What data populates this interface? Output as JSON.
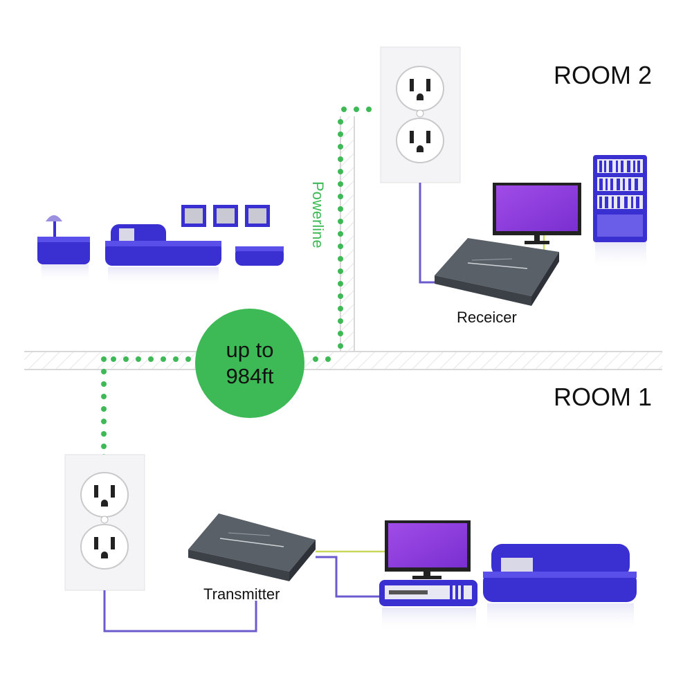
{
  "labels": {
    "room2": "ROOM 2",
    "room1": "ROOM 1",
    "powerline": "Powerline",
    "badge_line1": "up to",
    "badge_line2": "984ft",
    "receiver": "Receicer",
    "transmitter": "Transmitter"
  },
  "colors": {
    "powerline_green": "#3dba55",
    "furniture_purple": "#3a2fd0",
    "cable_purple": "#6a5acd",
    "video_cable_yellow": "#c8d85a",
    "device_gray": "#4a5058",
    "screen_violet": "#8b3fd8"
  }
}
